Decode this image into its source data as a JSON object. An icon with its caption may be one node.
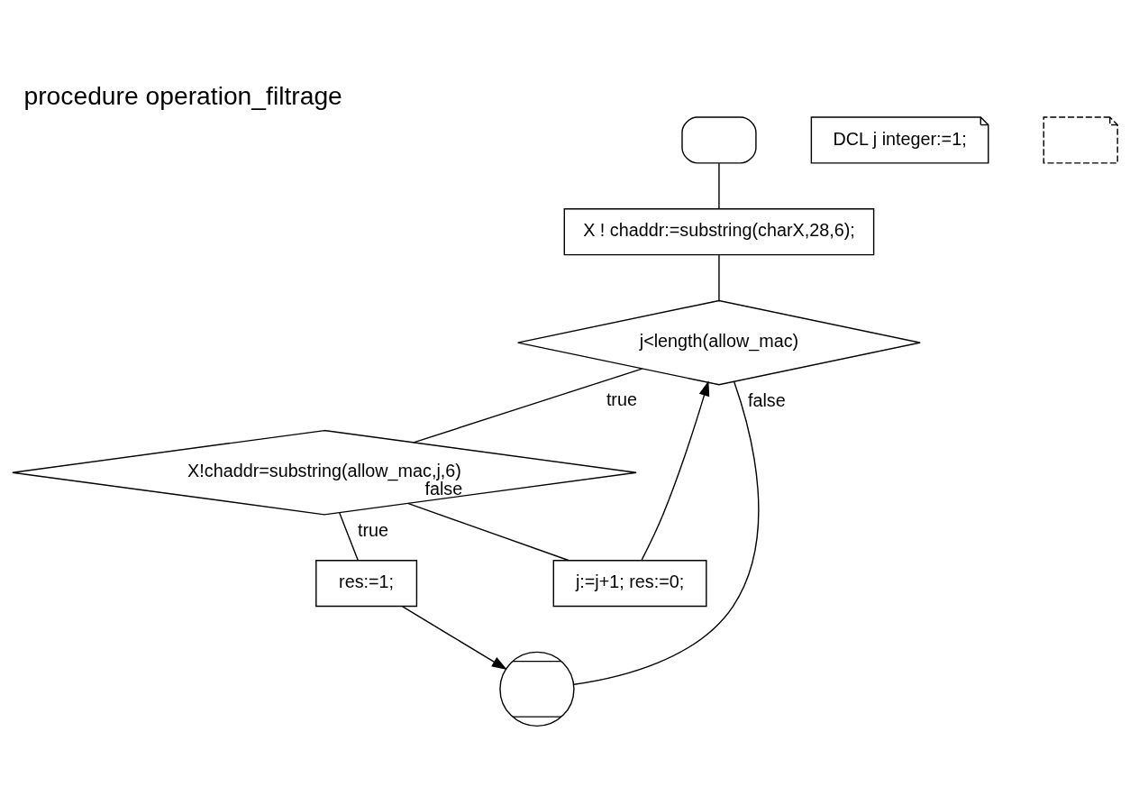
{
  "diagram": {
    "title": "procedure operation_filtrage",
    "nodes": [
      {
        "text": [],
        "shape": "box"
      },
      {
        "text": [
          "X ! chaddr:=substring(charX,28,6);"
        ]
      },
      {
        "text": [
          "j<length(allow_mac)"
        ]
      },
      {
        "text": [
          "X!chaddr=substring(allow_mac,j,6)"
        ]
      },
      {
        "text": [
          "res:=1;"
        ]
      },
      {
        "text": [
          "j:=j+1; res:=0;"
        ]
      },
      {
        "text": [],
        "shape": "circle"
      },
      {
        "text": [
          "DCL j integer:=1;"
        ]
      },
      {
        "text": [],
        "shape": "note"
      }
    ],
    "edges": [
      {
        "from": 0,
        "to": 1,
        "arrow": "none"
      },
      {
        "from": 1,
        "to": 2,
        "arrow": "none"
      },
      {
        "from": 2,
        "to": 3,
        "arrow": "none",
        "label": "true"
      },
      {
        "from": 2,
        "to": 6,
        "arrow": "none",
        "label": "false"
      },
      {
        "from": 3,
        "to": 4,
        "arrow": "none",
        "label": "true"
      },
      {
        "from": 3,
        "to": 5,
        "arrow": "none",
        "label": "false"
      },
      {
        "from": 4,
        "to": 6,
        "arrow": "to"
      },
      {
        "from": 5,
        "to": 2,
        "arrow": "to"
      }
    ]
  }
}
